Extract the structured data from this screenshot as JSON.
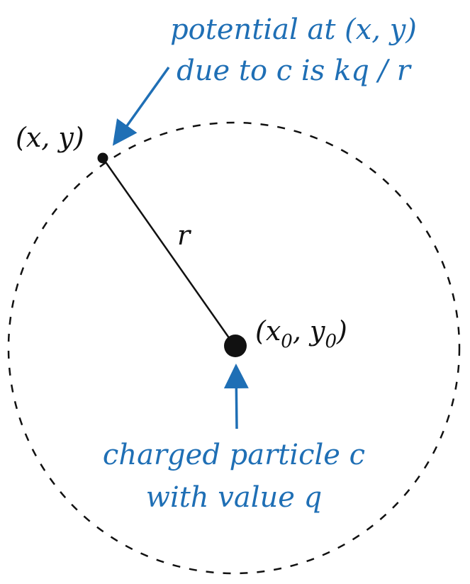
{
  "colors": {
    "accent": "#1f6fb5",
    "ink": "#111111"
  },
  "annotations": {
    "top_line1": "potential at (x, y)",
    "top_line2": "due to c is kq / r",
    "bottom_line1": "charged particle c",
    "bottom_line2": "with value q"
  },
  "labels": {
    "point": "(x, y)",
    "distance": "r",
    "center_open": "(x",
    "center_sub0": "0",
    "center_mid": ", y",
    "center_sub1": "0",
    "center_close": ")"
  }
}
